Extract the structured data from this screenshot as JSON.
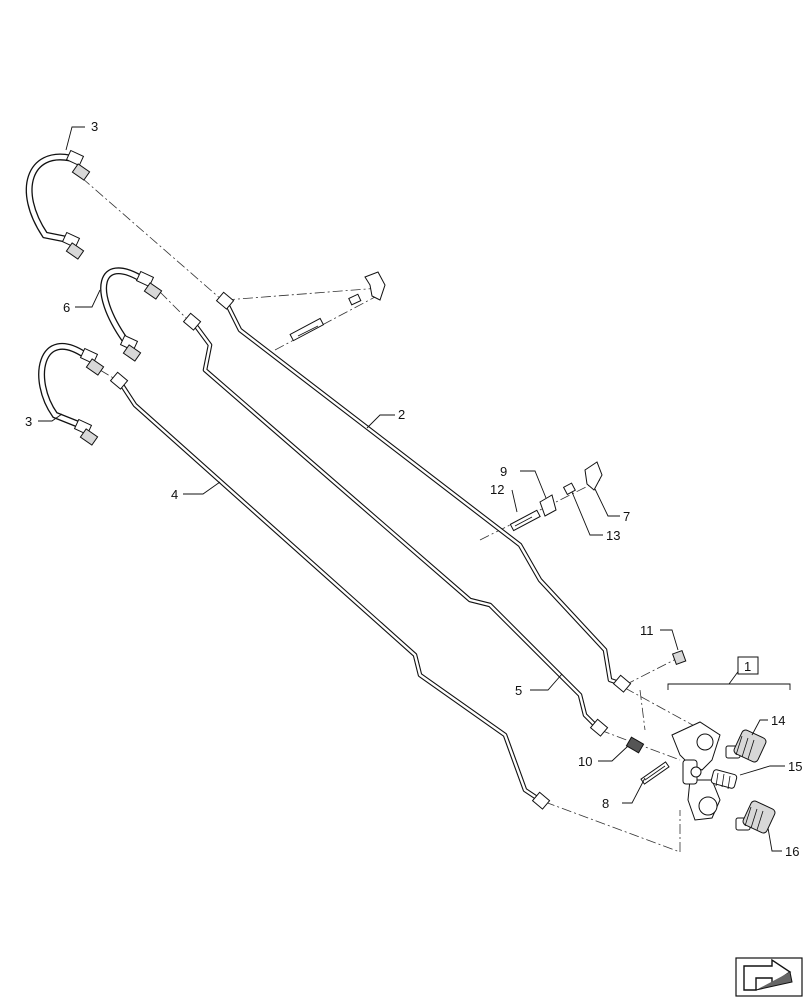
{
  "diagram": {
    "callouts": {
      "c1": "1",
      "c2": "2",
      "c3a": "3",
      "c3b": "3",
      "c4": "4",
      "c5": "5",
      "c6": "6",
      "c7": "7",
      "c8": "8",
      "c9": "9",
      "c10": "10",
      "c11": "11",
      "c12": "12",
      "c13": "13",
      "c14": "14",
      "c15": "15",
      "c16": "16"
    },
    "nav_icon": "next-page-arrow-icon"
  }
}
